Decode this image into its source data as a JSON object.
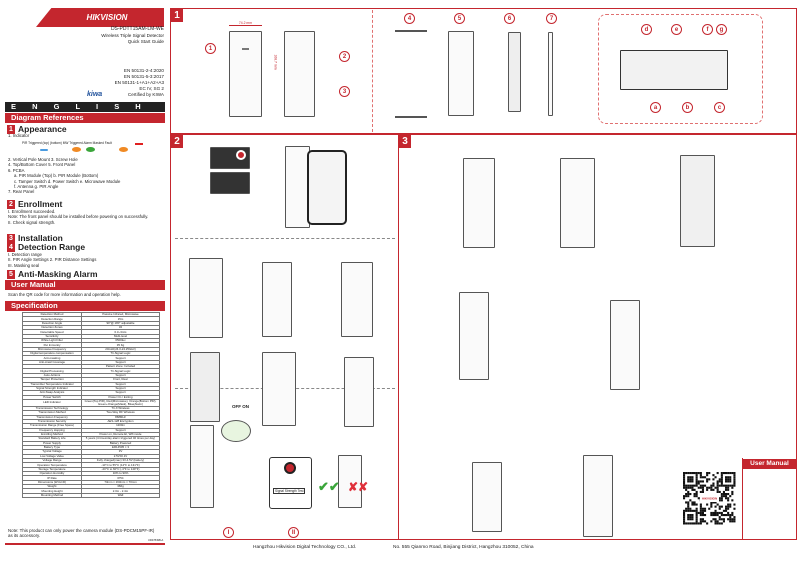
{
  "header": {
    "brand": "HIKVISION",
    "model": "DS-PDTT15AM-LM-WE",
    "product": "Wireless Triple Signal Detector",
    "doc": "Quick Start Guide"
  },
  "standards": [
    "EN 50131-2-4:2020",
    "EN 50131-5-3:2017",
    "EN 50131-1+A1+A2+A3",
    "EC IV,  SG 2"
  ],
  "kiwa": {
    "logo": "kiwa",
    "text": "Certified by KIWA"
  },
  "language": "E N G L I S H",
  "diagram_references": "Diagram References",
  "sections": {
    "appearance": {
      "num": "1",
      "title": "Appearance",
      "lines": [
        "1. Indicator"
      ],
      "indicator": "PIR Triggered (top)      (bottom)        MW Triggered        Alarm        Masked        Fault",
      "more": [
        "2. Vertical Pole Mount 3. Screw Hole",
        "4. Top/Bottom Cover 5. Front Panel",
        "6. PCBA",
        "a. PIR Module (Top) b. PIR Module (Bottom)",
        "c. Tamper Switch d. Power Switch e. Microwave Module",
        "f. Antenna g. PIR Angle",
        "7. Rear Panel"
      ]
    },
    "enrollment": {
      "num": "2",
      "title": "Enrollment",
      "lines": [
        "I. Enrollment succeeded.",
        "Note: The front panel should be installed before powering on successfully.",
        "II. Check signal strength."
      ]
    },
    "installation": {
      "num": "3",
      "title": "Installation"
    },
    "detection": {
      "num": "4",
      "title": "Detection  Range",
      "lines": [
        "I. Detection range",
        "II. PIR Angle Settings 2. PIR Distance Settings",
        "III. Masking seal"
      ]
    },
    "antimask": {
      "num": "5",
      "title": "Anti-Masking  Alarm"
    }
  },
  "user_manual": {
    "title": "User Manual",
    "text": "Scan the QR code for more information and operation help."
  },
  "specification": {
    "title": "Specification",
    "rows": [
      [
        "Detection Method",
        "Passive Infrared, Microwave"
      ],
      [
        "Detection Range",
        "15m"
      ],
      [
        "Detection Angle",
        "90°@ 180° adjustable"
      ],
      [
        "Detection Zones",
        "32"
      ],
      [
        "Detectable Speed",
        "0.3~3m/s"
      ],
      [
        "Sensitivity",
        "Multi-level"
      ],
      [
        "White Light Filter",
        "6500lux"
      ],
      [
        "Pet Immunity",
        "35 Kg"
      ],
      [
        "Microwave Frequency",
        "24GHz(24.0-24.25GHz)"
      ],
      [
        "Digital temperature compensation",
        "Tri-Signal Logic"
      ],
      [
        "Anti-masking",
        "Support"
      ],
      [
        "Anti-crawl Coverage",
        "Support"
      ],
      [
        "",
        "Pattern Zone: Included"
      ],
      [
        "Digital Processing",
        "Tri-Signal Logic"
      ],
      [
        "Auto-Actions",
        "Support"
      ],
      [
        "Tamper Protection",
        "Front, Rear"
      ],
      [
        "Transmitter Temperature Indicator",
        "Support"
      ],
      [
        "Signal Strength Indicator",
        "Support"
      ],
      [
        "Anti-Swap Analysis",
        "Support"
      ],
      [
        "Power Switch",
        "Power On / Exiting"
      ],
      [
        "LED Indicator",
        "Green(Top PIR), Red(Microwave), Orange(Bottom PIR), Green+Orange(Mask), Blue(Alarm)"
      ],
      [
        "Transmission Technology",
        "Tri-X Wireless"
      ],
      [
        "Transmission Method",
        "Two-Way RF Wireless"
      ],
      [
        "Transmission Frequency",
        "868MHz"
      ],
      [
        "Transmission Security",
        "AES-128 Encryption"
      ],
      [
        "Transmission Range (Free Space)",
        "1200m"
      ],
      [
        "Frequency Hopping",
        "Support"
      ],
      [
        "Enrolling Method",
        "Power on, Remote EI, Wifi mode"
      ],
      [
        "Standard Battery Life",
        "5 years (4 times/day alarm triggered 40 times per day)"
      ],
      [
        "Power Supply",
        "Battery Powered"
      ],
      [
        "Battery Type",
        "ER14505 × 3"
      ],
      [
        "Typical Voltage",
        "3V"
      ],
      [
        "Low Voltage Value",
        "2.5V±0.1V"
      ],
      [
        "Voltage Range",
        "Fully charged(max) 3V-4.5V (battery)"
      ],
      [
        "Operation Temperature",
        "-10°C to 55°C (14°F to 131°F)"
      ],
      [
        "Storage Temperature",
        "-20°C to 60°C (-4°F to 140°F)"
      ],
      [
        "Operation Humidity",
        "10% to 90%"
      ],
      [
        "IP Rate",
        "IP54"
      ],
      [
        "Dimensions (W×H×D)",
        "73mm × 163mm × 70mm"
      ],
      [
        "Weight",
        "366g"
      ],
      [
        "Mounting Height",
        "2.0m - 2.4m"
      ],
      [
        "Mounting Method",
        "Wall"
      ]
    ]
  },
  "note": "Note: This product can only power the camera module (DS-PDCM15PF-IR) as its accessory.",
  "doc_code": "UD07849B-A",
  "panels": {
    "p1": "1",
    "p2": "2",
    "p3": "3",
    "callouts_num": [
      "1",
      "2",
      "3",
      "4",
      "5",
      "6",
      "7"
    ],
    "callouts_let": [
      "d",
      "e",
      "f",
      "g",
      "a",
      "b",
      "c"
    ],
    "dim_w": "74.2 mm",
    "dim_h": "168.7 mm",
    "switch": "OFF  ON",
    "signal": "Signal Strength Test",
    "roman": [
      "I",
      "II"
    ]
  },
  "qr_panel": {
    "title": "User Manual",
    "qr_logo": "HIKVISION"
  },
  "footer": {
    "company": "Hangzhou Hikvision Digital Technology CO., Ltd.",
    "address": "No. 555 Qianmo Road, Binjiang District, Hangzhou 310052, China"
  },
  "colors": {
    "accent": "#c4262e",
    "green": "#3aa53a",
    "orange": "#f08a24",
    "blue": "#4a9be0"
  }
}
